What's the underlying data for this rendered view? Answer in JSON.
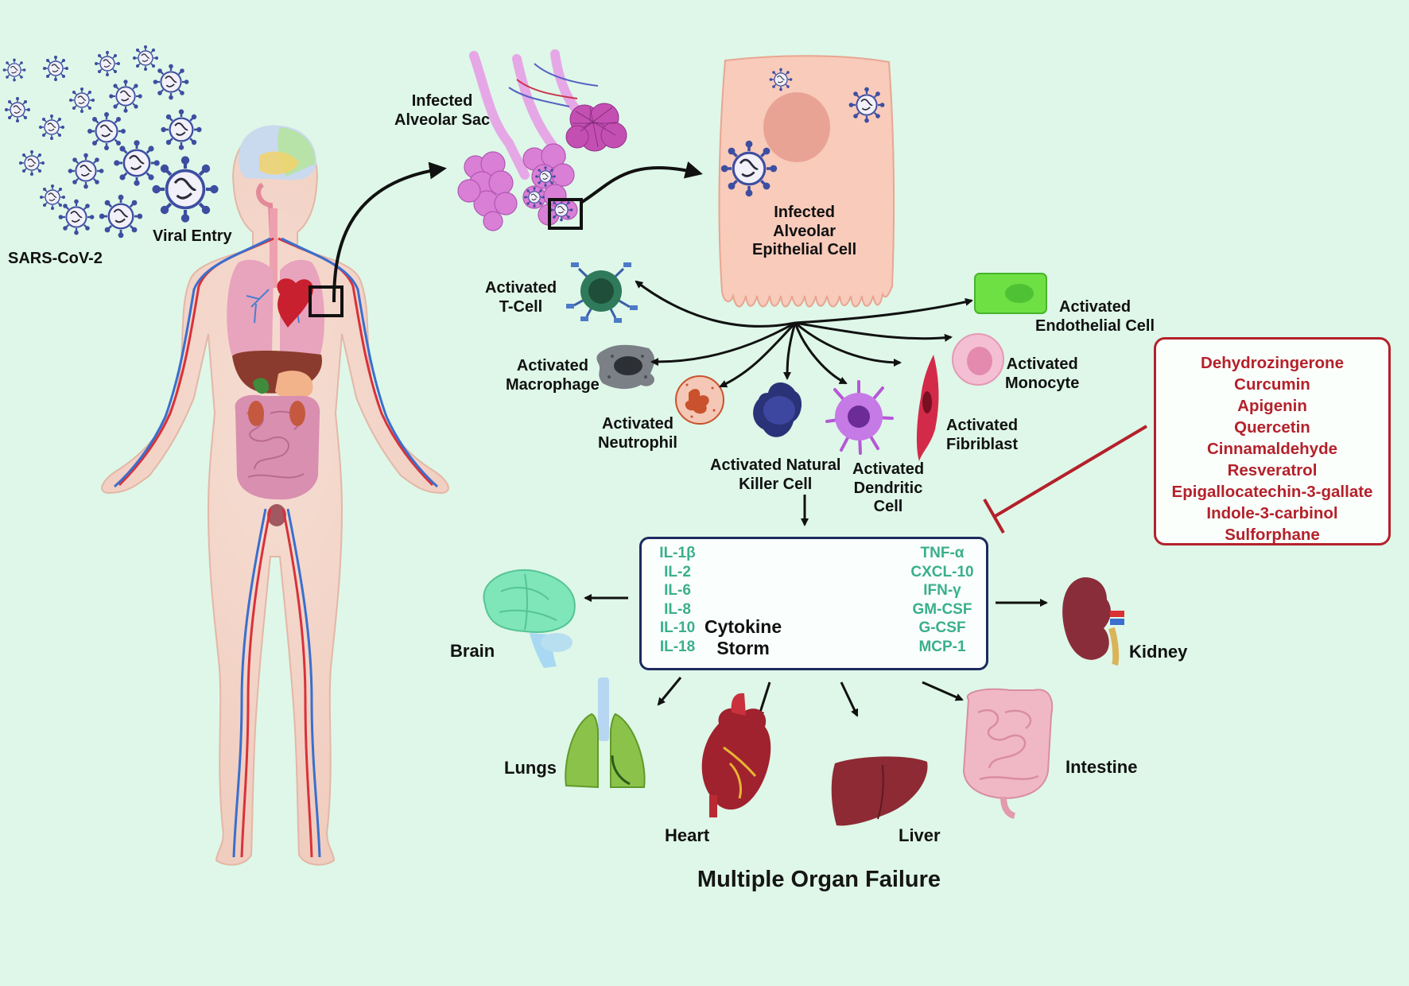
{
  "labels": {
    "sars_cov_2": "SARS-CoV-2",
    "viral_entry": "Viral Entry",
    "infected_alveolar_sac": [
      "Infected",
      "Alveolar Sac"
    ],
    "infected_epithelial_cell": [
      "Infected",
      "Alveolar",
      "Epithelial Cell"
    ],
    "t_cell": [
      "Activated",
      "T-Cell"
    ],
    "macrophage": [
      "Activated",
      "Macrophage"
    ],
    "neutrophil": [
      "Activated",
      "Neutrophil"
    ],
    "nk_cell": [
      "Activated Natural",
      "Killer Cell"
    ],
    "dendritic_cell": [
      "Activated",
      "Dendritic",
      "Cell"
    ],
    "fibroblast": [
      "Activated",
      "Fibriblast"
    ],
    "monocyte": [
      "Activated",
      "Monocyte"
    ],
    "endothelial_cell": [
      "Activated",
      "Endothelial Cell"
    ]
  },
  "cytokine_storm": {
    "label": [
      "Cytokine",
      "Storm"
    ],
    "left_cytokines": [
      "IL-1β",
      "IL-2",
      "IL-6",
      "IL-8",
      "IL-10",
      "IL-18"
    ],
    "right_cytokines": [
      "TNF-α",
      "CXCL-10",
      "IFN-γ",
      "GM-CSF",
      "G-CSF",
      "MCP-1"
    ]
  },
  "inhibitors": [
    "Dehydrozingerone",
    "Curcumin",
    "Apigenin",
    "Quercetin",
    "Cinnamaldehyde",
    "Resveratrol",
    "Epigallocatechin-3-gallate",
    "Indole-3-carbinol",
    "Sulforphane"
  ],
  "organs": {
    "brain": "Brain",
    "kidney": "Kidney",
    "lungs": "Lungs",
    "heart": "Heart",
    "liver": "Liver",
    "intestine": "Intestine"
  },
  "title": "Multiple Organ Failure",
  "colors": {
    "background": "#def7e8",
    "inhibitor_red": "#b4212b",
    "cytokine_teal": "#3aaf8c",
    "storm_border": "#1d2a5e"
  }
}
